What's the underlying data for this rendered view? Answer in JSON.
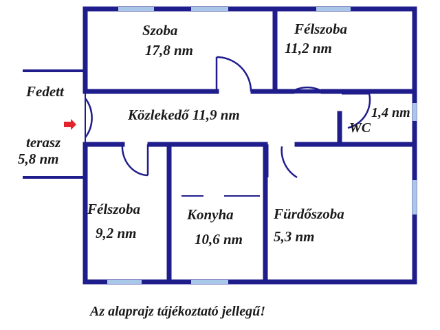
{
  "colors": {
    "wall": "#1f1d8c",
    "window": "#a9c7e8",
    "entry_arrow": "#e3232c",
    "text": "#1a1a1a",
    "background": "#ffffff"
  },
  "labels": {
    "szoba": "Szoba",
    "szoba_area": "17,8 nm",
    "felszoba_top": "Félszoba",
    "felszoba_top_area": "11,2 nm",
    "fedett": "Fedett",
    "terasz": "terasz",
    "terasz_area": "5,8 nm",
    "kozlekedo": "Közlekedő 11,9 nm",
    "wc_area": "1,4 nm",
    "wc": "WC",
    "felszoba_bottom": "Félszoba",
    "felszoba_bottom_area": "9,2 nm",
    "konyha": "Konyha",
    "konyha_area": "10,6 nm",
    "furdoszoba": "Fürdőszoba",
    "furdoszoba_area": "5,3 nm"
  },
  "footer_note": "Az alaprajz tájékoztató jellegű!",
  "icons": {
    "entry": "entry-arrow-icon"
  }
}
